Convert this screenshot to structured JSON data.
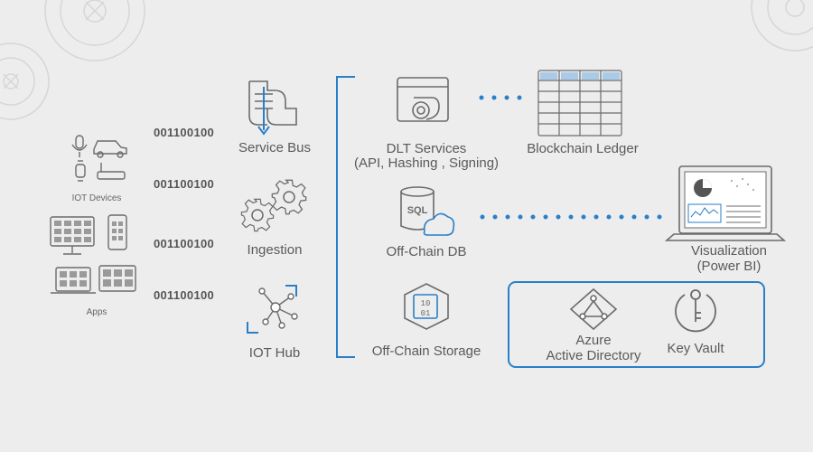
{
  "sources": {
    "iot_devices_label": "IOT Devices",
    "apps_label": "Apps"
  },
  "bitstreams": [
    "001100100",
    "001100100",
    "001100100",
    "001100100"
  ],
  "ingress": {
    "service_bus": "Service Bus",
    "ingestion": "Ingestion",
    "iot_hub": "IOT Hub"
  },
  "services": {
    "dlt_services_line1": "DLT Services",
    "dlt_services_line2": "(API, Hashing , Signing)",
    "blockchain_ledger": "Blockchain Ledger",
    "off_chain_db": "Off-Chain DB",
    "off_chain_storage": "Off-Chain Storage",
    "visualization_line1": "Visualization",
    "visualization_line2": "(Power BI)",
    "azure_ad_line1": "Azure",
    "azure_ad_line2": "Active Directory",
    "key_vault": "Key Vault",
    "sql_icon_text": "SQL",
    "storage_icon_text_1": "10",
    "storage_icon_text_2": "01"
  },
  "colors": {
    "background": "#ededed",
    "icon_stroke": "#6b6b6b",
    "accent_blue": "#2a7fc9",
    "gear_outline": "#d9d9d9"
  }
}
